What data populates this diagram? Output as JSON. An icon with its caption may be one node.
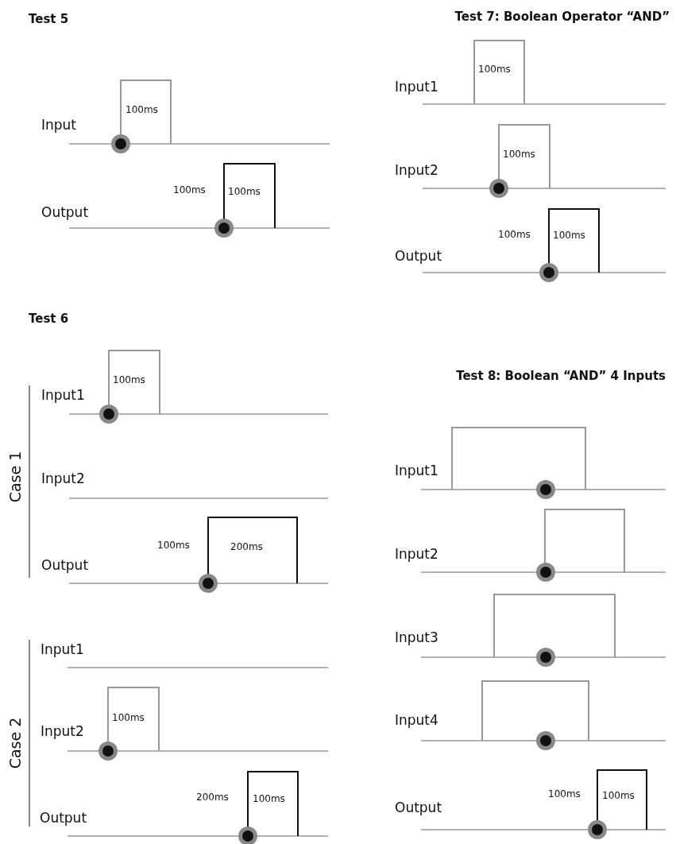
{
  "diagram": {
    "labels": [
      "Test 5",
      "100ms",
      "Input",
      "100ms",
      "100ms",
      "Output",
      "Test 7: Boolean Operator “AND”",
      "100ms",
      "Input1",
      "100ms",
      "Input2",
      "100ms",
      "100ms",
      "Output",
      "Test 6",
      "100ms",
      "Input1",
      "Case 1",
      "Input2",
      "100ms",
      "200ms",
      "Output",
      "Input1",
      "100ms",
      "Input2",
      "Case 2",
      "200ms",
      "100ms",
      "Output",
      "Test 8: Boolean “AND” 4 Inputs",
      "Input1",
      "Input2",
      "Input3",
      "Input4",
      "100ms",
      "100ms",
      "Output"
    ]
  }
}
